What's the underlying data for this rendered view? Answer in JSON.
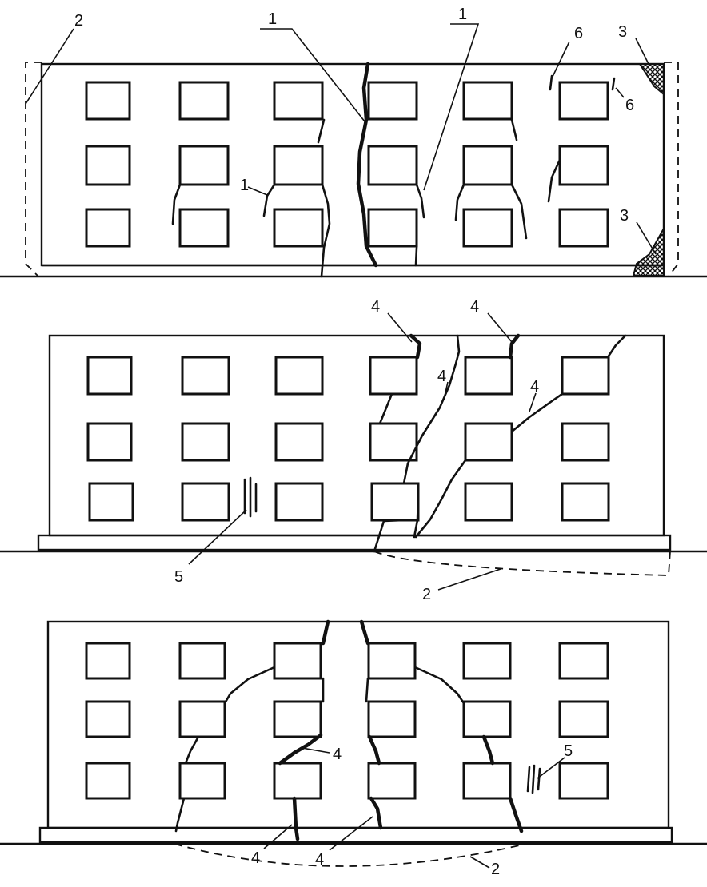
{
  "figure": {
    "panels": [
      {
        "id": "top",
        "labels": [
          "1",
          "1",
          "1",
          "2",
          "3",
          "3",
          "6",
          "6"
        ]
      },
      {
        "id": "middle",
        "labels": [
          "4",
          "4",
          "4",
          "4",
          "5",
          "2"
        ]
      },
      {
        "id": "bottom",
        "labels": [
          "4",
          "4",
          "4",
          "5",
          "2"
        ]
      }
    ]
  }
}
